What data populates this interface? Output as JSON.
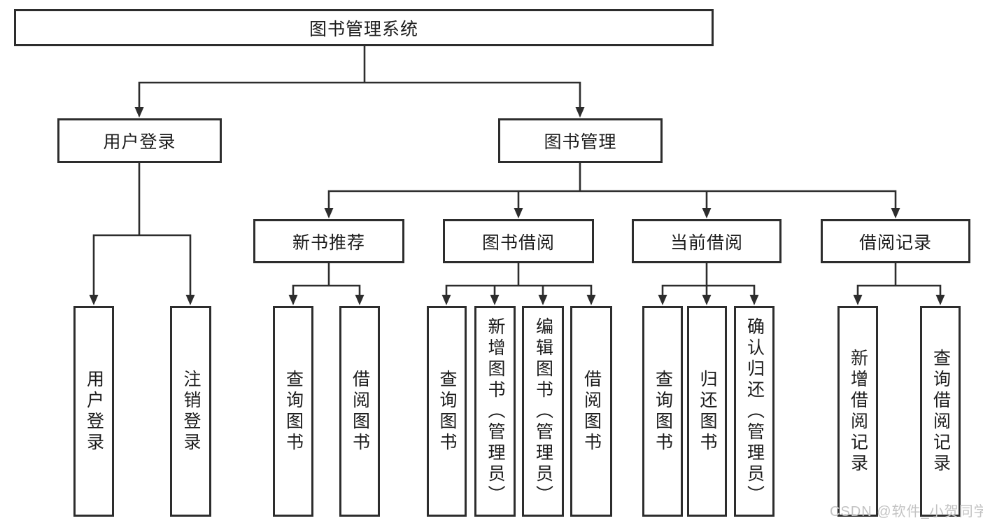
{
  "diagram": {
    "root": {
      "label": "图书管理系统"
    },
    "level2": [
      {
        "label": "用户登录"
      },
      {
        "label": "图书管理"
      }
    ],
    "level3": [
      {
        "label": "新书推荐"
      },
      {
        "label": "图书借阅"
      },
      {
        "label": "当前借阅"
      },
      {
        "label": "借阅记录"
      }
    ],
    "leaves": {
      "user": [
        {
          "label": "用户登录"
        },
        {
          "label": "注销登录"
        }
      ],
      "recommend": [
        {
          "label": "查询图书"
        },
        {
          "label": "借阅图书"
        }
      ],
      "borrow": [
        {
          "label": "查询图书"
        },
        {
          "label": "新增图书（管理员）"
        },
        {
          "label": "编辑图书（管理员）"
        },
        {
          "label": "借阅图书"
        }
      ],
      "current": [
        {
          "label": "查询图书"
        },
        {
          "label": "归还图书"
        },
        {
          "label": "确认归还（管理员）"
        }
      ],
      "record": [
        {
          "label": "新增借阅记录"
        },
        {
          "label": "查询借阅记录"
        }
      ]
    }
  },
  "watermark": {
    "text": "CSDN @软件_小贺同学"
  },
  "colors": {
    "line": "#2d2d2d",
    "box_border": "#2d2d2d",
    "text": "#1c1c1c",
    "watermark": "#c3c3c3",
    "background": "#ffffff"
  }
}
